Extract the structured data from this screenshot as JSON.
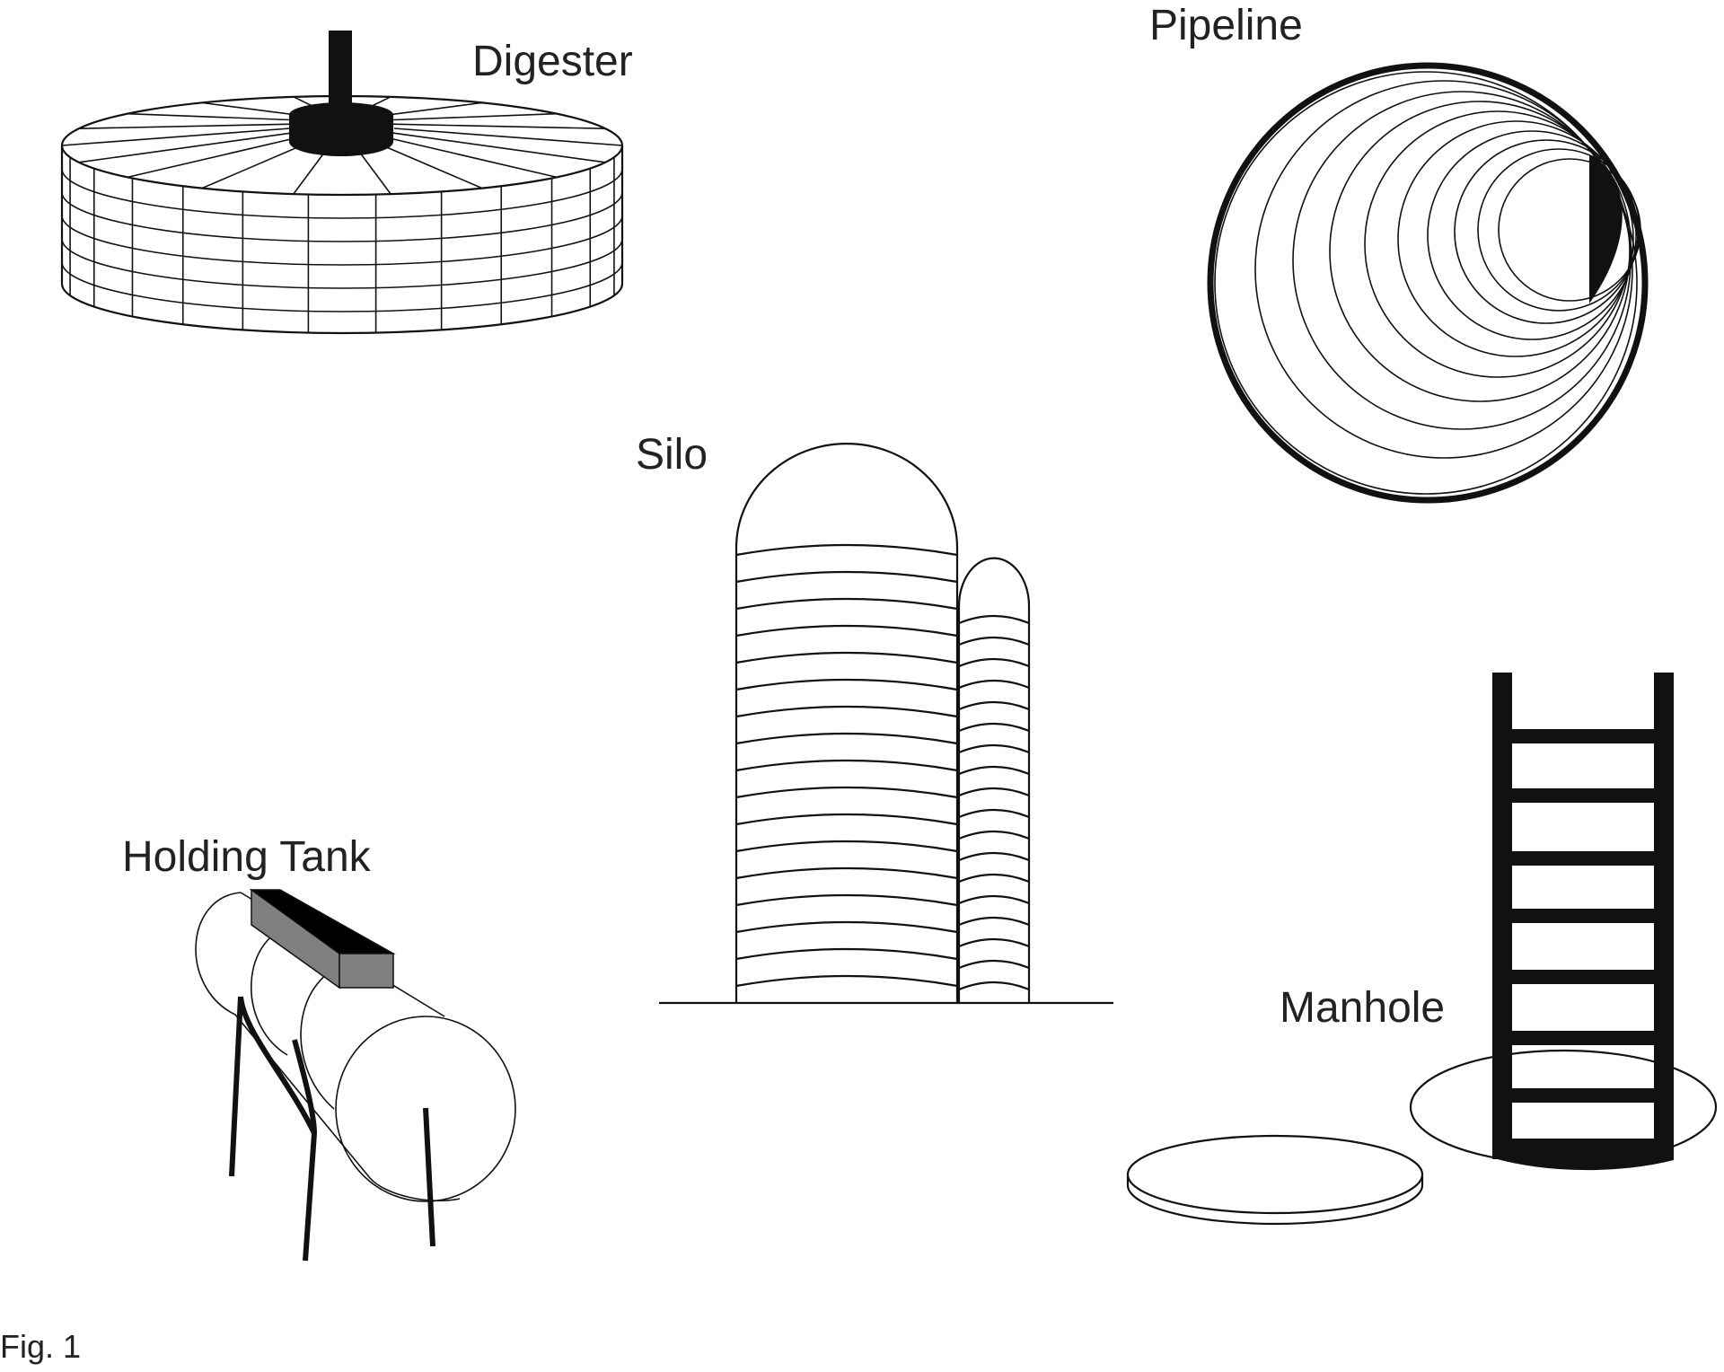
{
  "diagram": {
    "caption": "Fig. 1",
    "items": {
      "digester": {
        "label": "Digester"
      },
      "pipeline": {
        "label": "Pipeline"
      },
      "silo": {
        "label": "Silo"
      },
      "holding_tank": {
        "label": "Holding Tank"
      },
      "manhole": {
        "label": "Manhole"
      }
    }
  }
}
